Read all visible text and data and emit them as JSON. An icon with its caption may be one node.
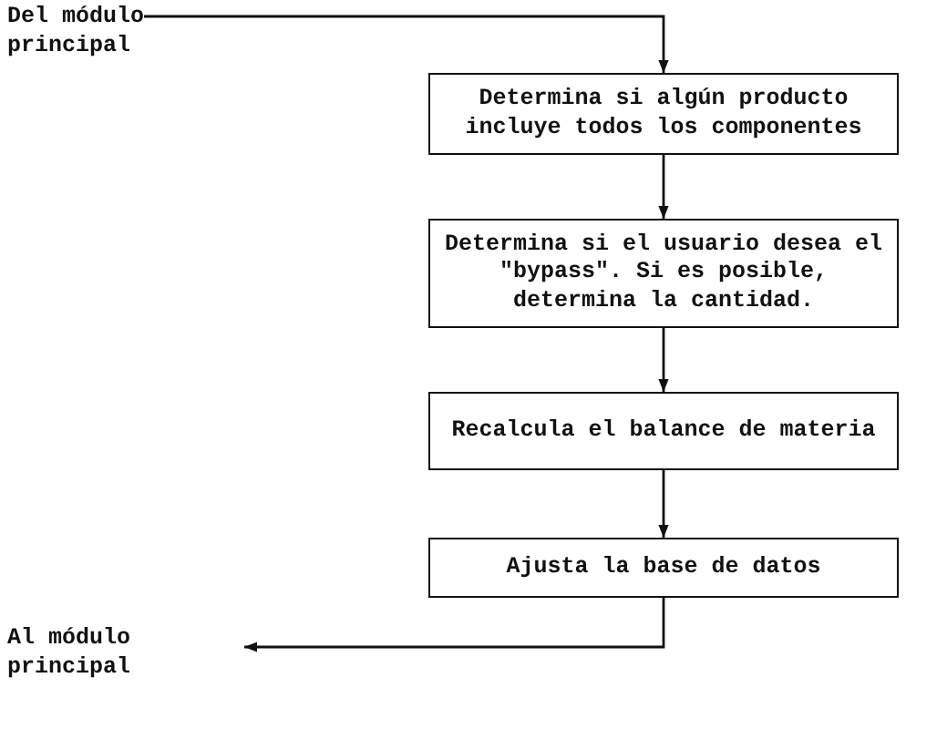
{
  "diagram": {
    "nodes": [
      {
        "text": [
          "Del módulo principal"
        ]
      },
      {
        "text": [
          "Determina si algún producto incluye todos los componentes"
        ]
      },
      {
        "text": [
          "Determina si el usuario desea el \"bypass\". Si es posible, determina la cantidad."
        ]
      },
      {
        "text": [
          "Recalcula el balance de materia"
        ]
      },
      {
        "text": [
          "Ajusta la base de datos"
        ]
      },
      {
        "text": [
          "Al módulo principal"
        ]
      }
    ],
    "edges": [
      {
        "from": 0,
        "to": 1,
        "arrow": "to"
      },
      {
        "from": 1,
        "to": 2,
        "arrow": "to"
      },
      {
        "from": 2,
        "to": 3,
        "arrow": "to"
      },
      {
        "from": 3,
        "to": 4,
        "arrow": "to"
      },
      {
        "from": 4,
        "to": 5,
        "arrow": "to"
      }
    ]
  }
}
